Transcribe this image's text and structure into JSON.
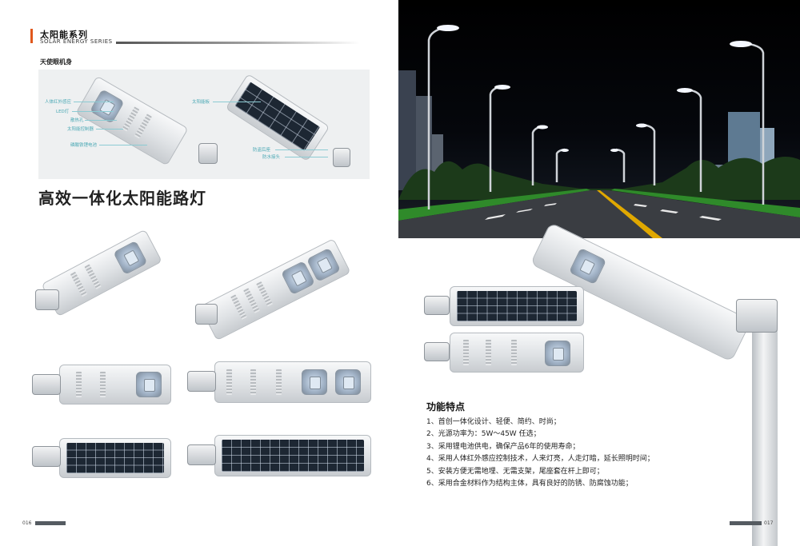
{
  "left_page": {
    "header": {
      "title": "太阳能系列",
      "subtitle": "SOLAR ENERGY SERIES"
    },
    "section_label": "天使眼机身",
    "anatomy_callouts": {
      "left": [
        "人体红外感应",
        "LED灯",
        "散热孔",
        "太阳能控制器",
        "磷酸铁锂电池"
      ],
      "right": [
        "太阳能板",
        "防盗后座",
        "防水接头"
      ]
    },
    "product_title": "高效一体化太阳能路灯",
    "page_number": "016"
  },
  "right_page": {
    "features": {
      "title": "功能特点",
      "items": [
        "1、首创一体化设计、轻便、简约、时尚；",
        "2、光源功率为：5W～45W 任选；",
        "3、采用锂电池供电，确保产品6年的使用寿命；",
        "4、采用人体红外感应控制技术，人来灯亮，人走灯暗，延长照明时间；",
        "5、安装方便无需地埋、无需支架，尾座套在杆上即可；",
        "6、采用合金材料作为结构主体，具有良好的防锈、防腐蚀功能；"
      ]
    },
    "page_number": "017"
  },
  "colors": {
    "accent_orange": "#e0581c",
    "callout_teal": "#4aa8b4",
    "page_bar": "#555b61",
    "night_sky": "#000000",
    "grass_green": "#2f8a2a",
    "road_yellow": "#e0a800"
  }
}
